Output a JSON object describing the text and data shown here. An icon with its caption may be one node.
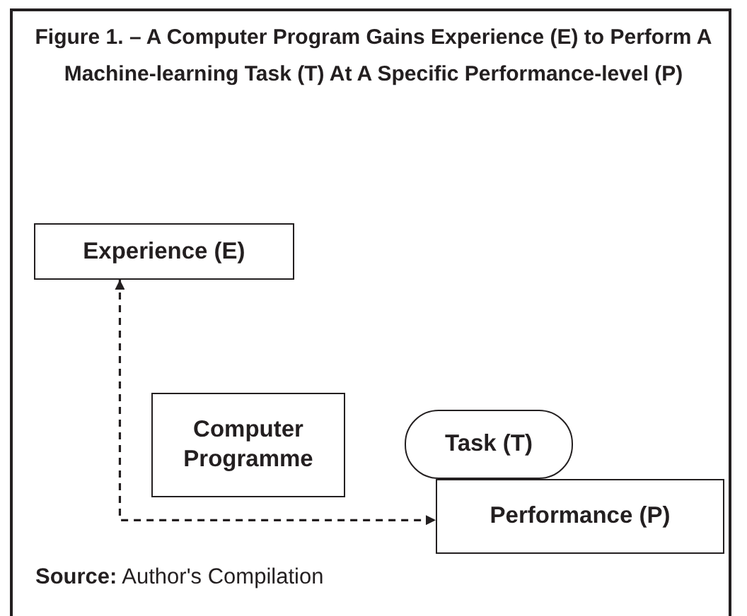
{
  "diagram": {
    "title": "Figure 1. – A Computer Program Gains Experience (E) to Perform A Machine-learning Task (T) At A Specific Performance-level (P)",
    "caption": "**Source:** Author's Compilation",
    "nodes": [
      {
        "text": [
          "Experience (E)"
        ]
      },
      {
        "text": [
          "Computer Programme"
        ]
      },
      {
        "text": [
          "Task (T)"
        ]
      },
      {
        "text": [
          "Performance (P)"
        ]
      }
    ],
    "edges": [
      {
        "from": 0,
        "to": 3,
        "arrow": "both",
        "style": "dashed"
      }
    ]
  }
}
